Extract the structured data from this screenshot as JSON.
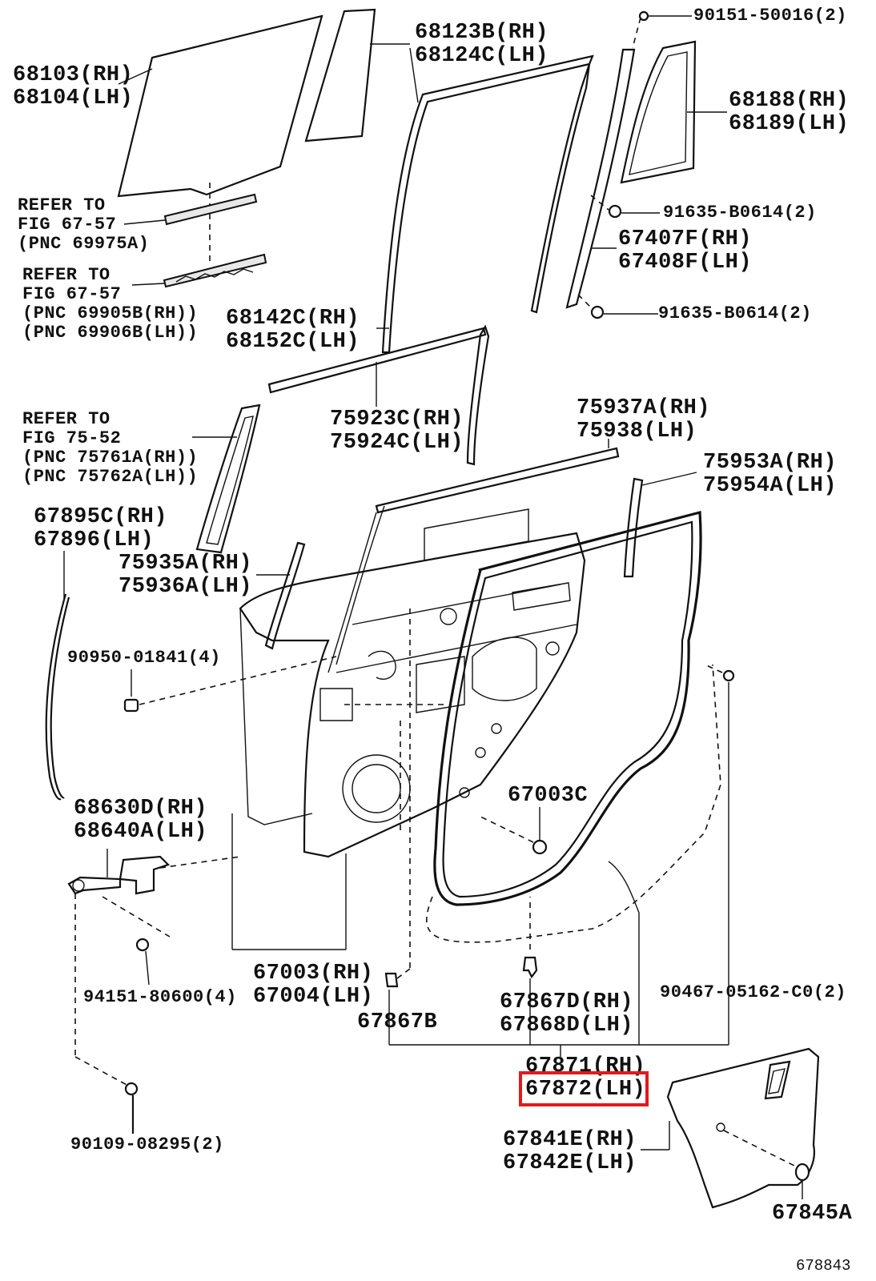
{
  "figure_id": "678843",
  "labels": {
    "glass": {
      "l1": "68103(RH)",
      "l2": "68104(LH)"
    },
    "division_bar": {
      "l1": "68123B(RH)",
      "l2": "68124C(LH)"
    },
    "screw_top": {
      "l1": "90151-50016(2)"
    },
    "quarter_glass": {
      "l1": "68188(RH)",
      "l2": "68189(LH)"
    },
    "refer1": {
      "l1": "REFER TO",
      "l2": "FIG 67-57",
      "l3": "(PNC 69975A)"
    },
    "bolt_a": {
      "l1": "91635-B0614(2)"
    },
    "channel": {
      "l1": "67407F(RH)",
      "l2": "67408F(LH)"
    },
    "refer2": {
      "l1": "REFER TO",
      "l2": "FIG 67-57",
      "l3": "(PNC 69905B(RH))",
      "l4": "(PNC 69906B(LH))"
    },
    "bolt_b": {
      "l1": "91635-B0614(2)"
    },
    "run_channel": {
      "l1": "68142C(RH)",
      "l2": "68152C(LH)"
    },
    "belt_moulding": {
      "l1": "75923C(RH)",
      "l2": "75924C(LH)"
    },
    "frame_moulding": {
      "l1": "75937A(RH)",
      "l2": "75938(LH)"
    },
    "refer3": {
      "l1": "REFER TO",
      "l2": "FIG 75-52",
      "l3": "(PNC 75761A(RH))",
      "l4": "(PNC 75762A(LH))"
    },
    "pillar_garnish": {
      "l1": "75953A(RH)",
      "l2": "75954A(LH)"
    },
    "weatherstrip": {
      "l1": "67895C(RH)",
      "l2": "67896(LH)"
    },
    "pillar_moulding": {
      "l1": "75935A(RH)",
      "l2": "75936A(LH)"
    },
    "plug": {
      "l1": "90950-01841(4)"
    },
    "hinge": {
      "l1": "68630D(RH)",
      "l2": "68640A(LH)"
    },
    "grommet": {
      "l1": "67003C"
    },
    "door_panel": {
      "l1": "67003(RH)",
      "l2": "67004(LH)"
    },
    "bolt_c": {
      "l1": "94151-80600(4)"
    },
    "clip_b": {
      "l1": "67867B"
    },
    "clip_d": {
      "l1": "67867D(RH)",
      "l2": "67868D(LH)"
    },
    "clip_c0": {
      "l1": "90467-05162-C0(2)"
    },
    "door_weatherstrip": {
      "l1": "67871(RH)",
      "l2": "67872(LH)"
    },
    "bolt_d": {
      "l1": "90109-08295(2)"
    },
    "service_hole_cover": {
      "l1": "67841E(RH)",
      "l2": "67842E(LH)"
    },
    "cover_plug": {
      "l1": "67845A"
    }
  },
  "highlight": {
    "color": "#e31a1a",
    "target": "67872(LH)"
  }
}
